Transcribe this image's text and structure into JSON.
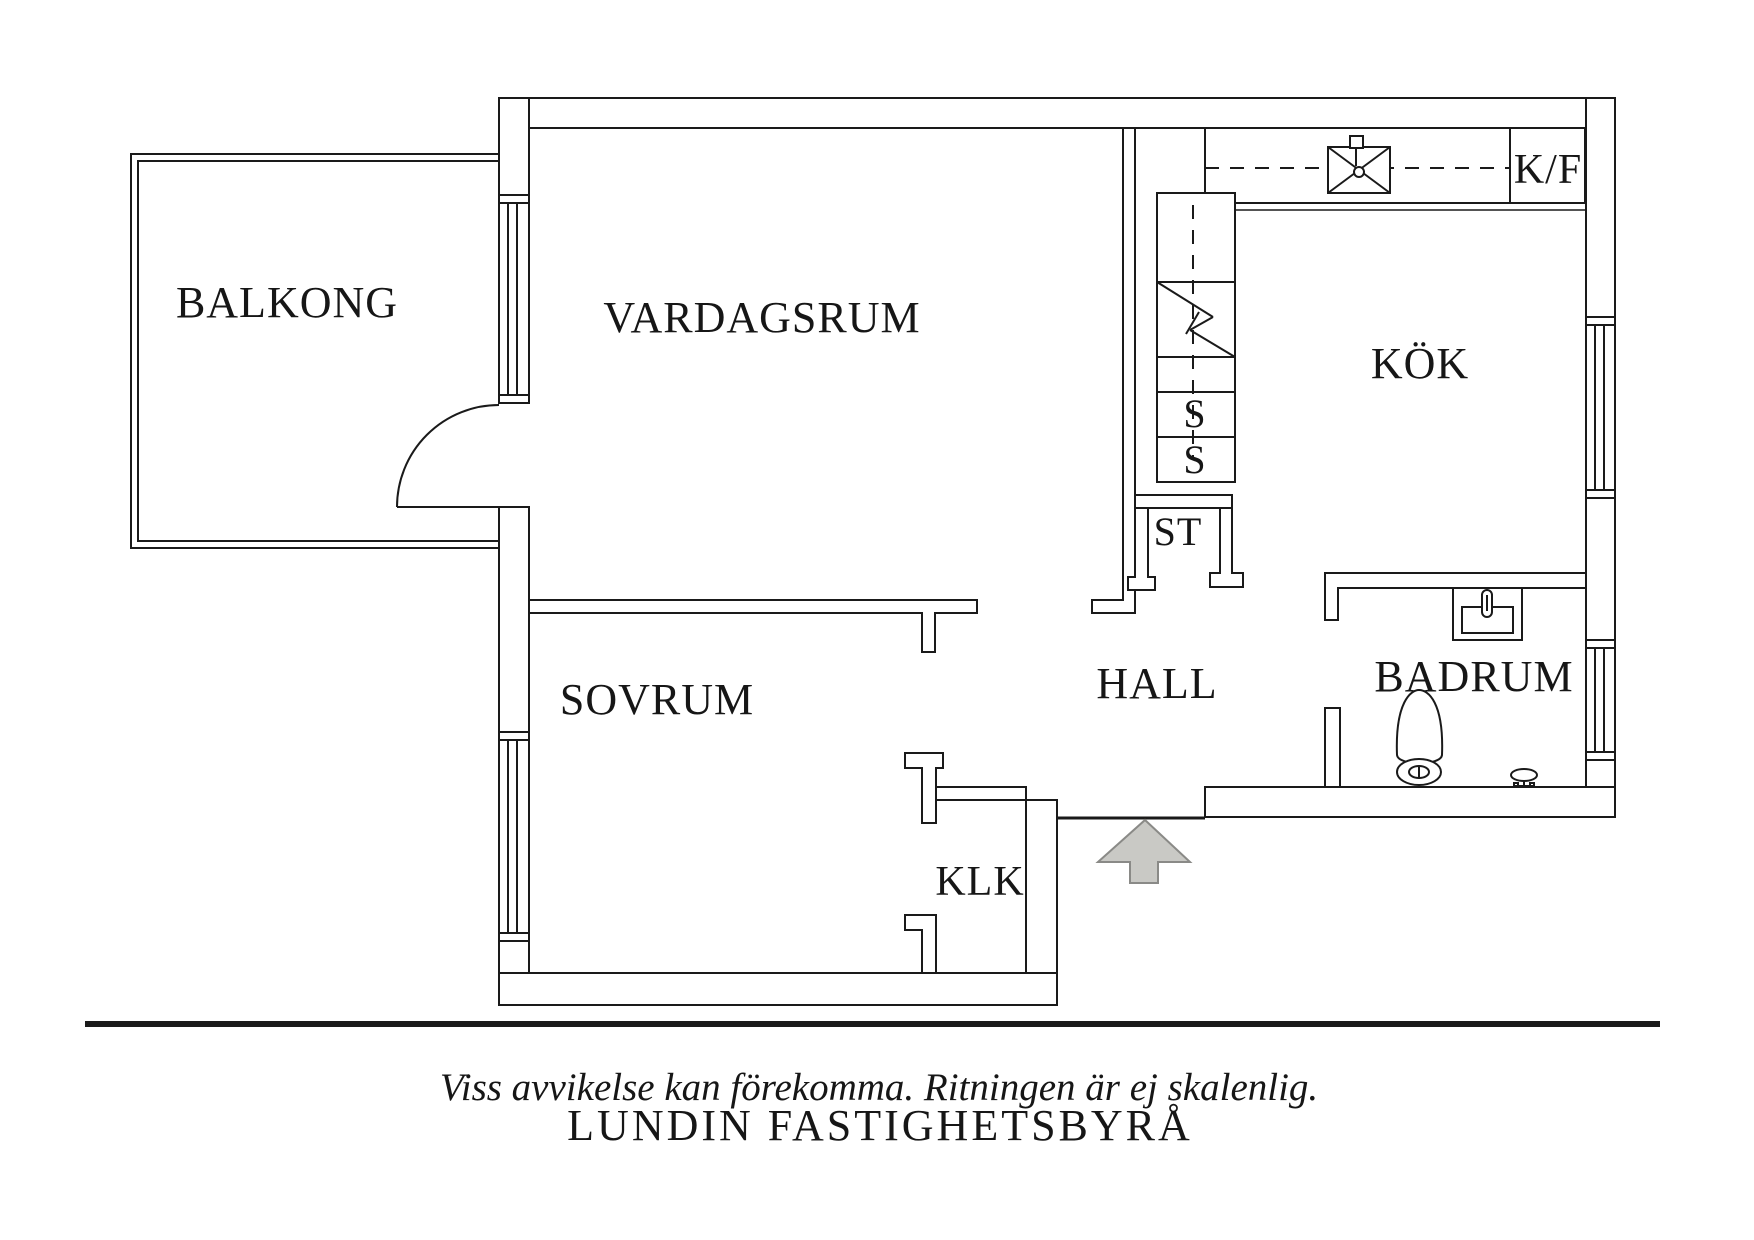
{
  "plan": {
    "rooms": {
      "balkong": {
        "label": "BALKONG"
      },
      "vardagsrum": {
        "label": "VARDAGSRUM"
      },
      "kok": {
        "label": "KÖK"
      },
      "hall": {
        "label": "HALL"
      },
      "badrum": {
        "label": "BADRUM"
      },
      "sovrum": {
        "label": "SOVRUM"
      },
      "klk": {
        "label": "KLK"
      },
      "st": {
        "label": "ST"
      }
    },
    "cabinets": {
      "s_upper": "S",
      "s_lower": "S",
      "kf": "K/F"
    },
    "colors": {
      "line": "#1a1a1a",
      "text": "#161616",
      "arrow_fill": "#c9c9c5",
      "arrow_stroke": "#8a8a87",
      "background": "#ffffff"
    }
  },
  "footer": {
    "disclaimer": "Viss avvikelse kan förekomma. Ritningen är ej skalenlig.",
    "brand": "LUNDIN FASTIGHETSBYRÅ"
  }
}
